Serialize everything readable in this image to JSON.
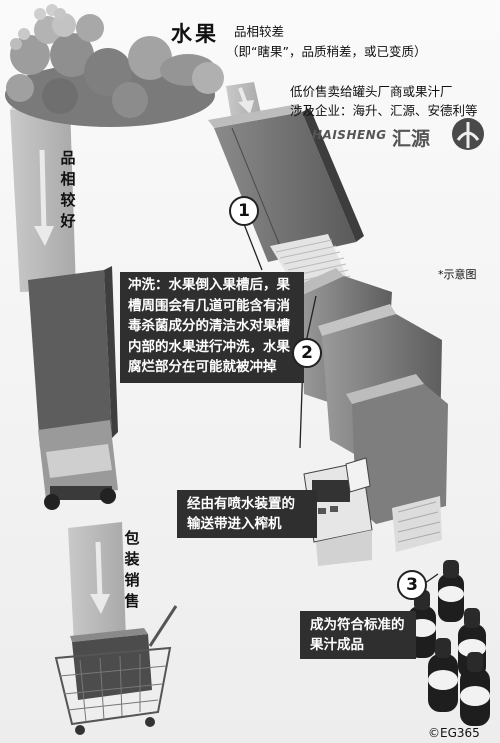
{
  "fruit_label": "水果",
  "quality_poor": {
    "title": "品相较差",
    "detail": "（即“瞎果”，品质稍差，或已变质）",
    "sale": "低价售卖给罐头厂商或果汁厂",
    "companies_label": "涉及企业：海升、汇源、安德利等"
  },
  "logos": {
    "haisheng": "HAISHENG",
    "huiyuan": "汇源"
  },
  "quality_good": "品相较好",
  "packaging_sale": "包装销售",
  "diagram_note": "*示意图",
  "steps": [
    {
      "num": "1",
      "text": "冲洗：水果倒入果槽后，果槽周围会有几道可能含有消毒杀菌成分的清洁水对果槽内部的水果进行冲洗，水果腐烂部分在可能就被冲掉"
    },
    {
      "num": "2",
      "text": "经由有喷水装置的输送带进入榨机"
    },
    {
      "num": "3",
      "text": "成为符合标准的果汁成品"
    }
  ],
  "copyright": "©EG365",
  "colors": {
    "dark_box": "#2f2f2f",
    "arrow": "#777777",
    "path": "#bdbdbd"
  }
}
